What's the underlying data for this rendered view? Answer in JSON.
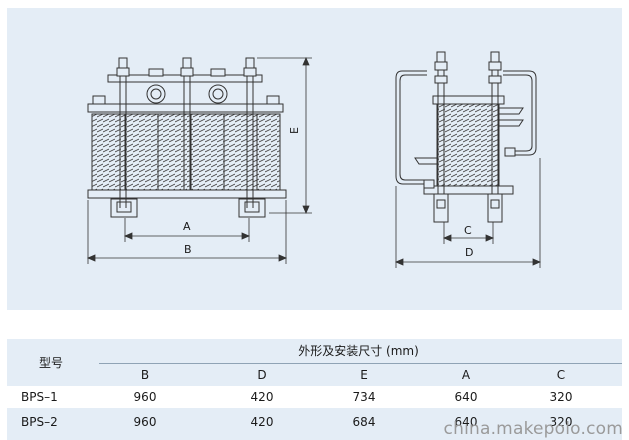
{
  "diagram": {
    "labels": {
      "A": "A",
      "B": "B",
      "C": "C",
      "D": "D",
      "E": "E"
    }
  },
  "table": {
    "model_header": "型号",
    "group_header": "外形及安装尺寸 (mm)",
    "columns": [
      "B",
      "D",
      "E",
      "A",
      "C"
    ],
    "rows": [
      {
        "model": "BPS–1",
        "values": [
          "960",
          "420",
          "734",
          "640",
          "320"
        ]
      },
      {
        "model": "BPS–2",
        "values": [
          "960",
          "420",
          "684",
          "640",
          "320"
        ]
      }
    ]
  },
  "watermark": "china.makepolo.com",
  "colors": {
    "panel": "#e4edf6",
    "line": "#333333",
    "winding": "#555555"
  }
}
